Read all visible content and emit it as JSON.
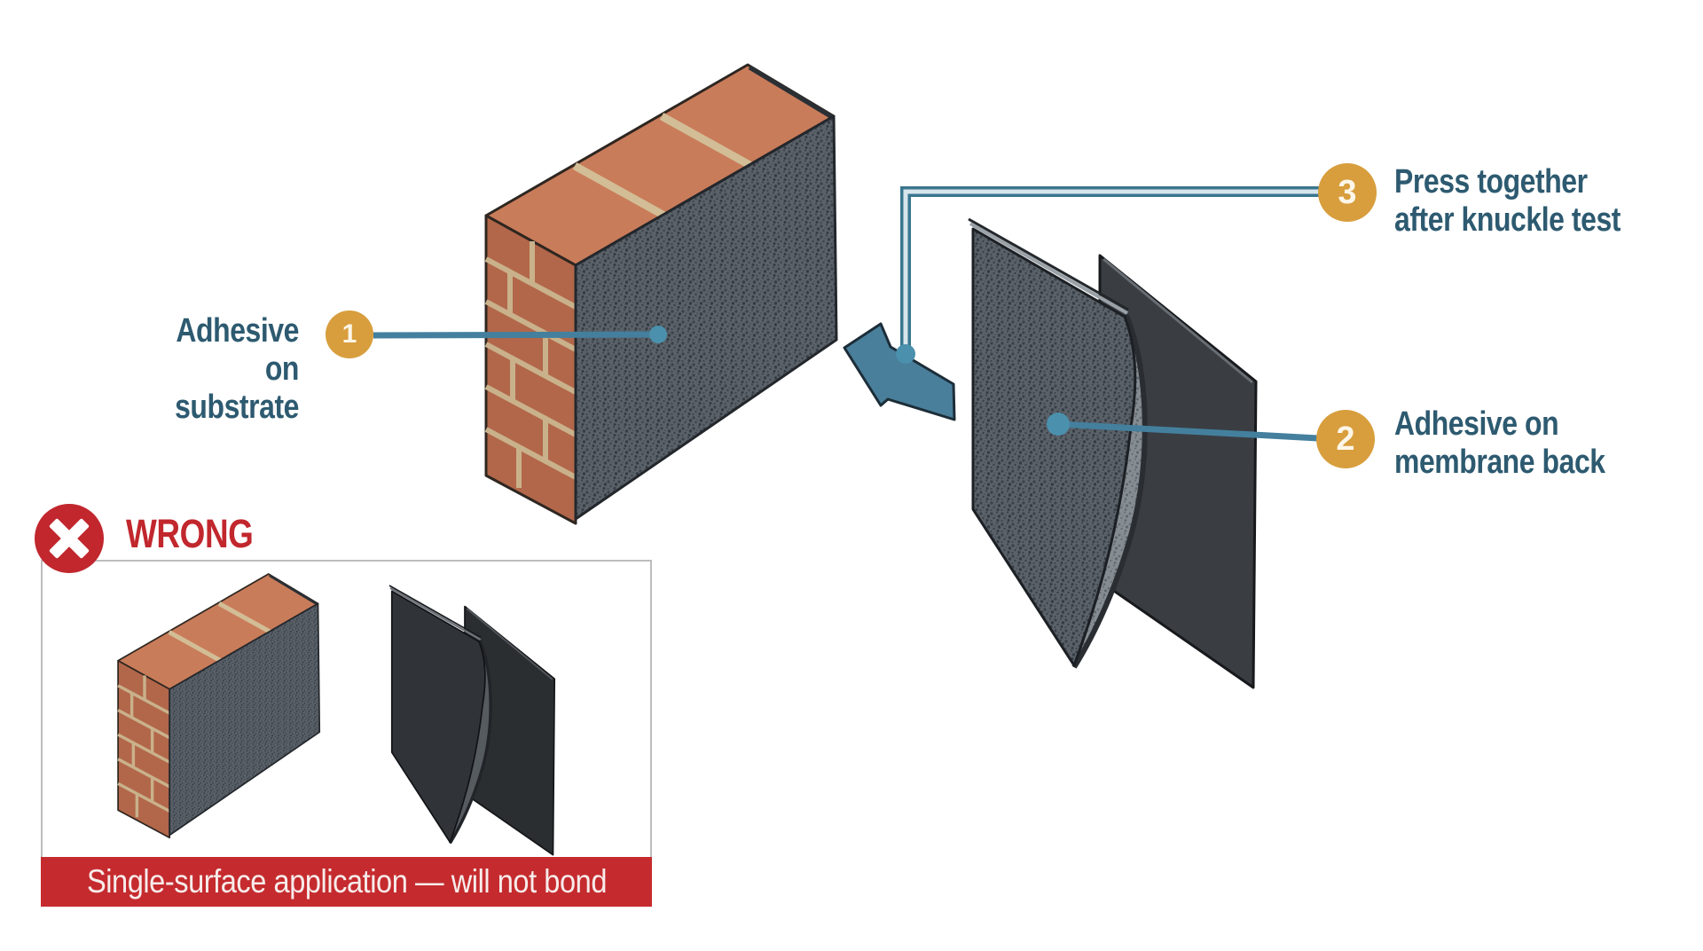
{
  "steps": [
    {
      "number": "1",
      "label": "Adhesive on\nsubstrate"
    },
    {
      "number": "2",
      "label": "Adhesive on\nmembrane back"
    },
    {
      "number": "3",
      "label": "Press together\nafter knuckle test"
    }
  ],
  "wrong_panel": {
    "title": "WRONG",
    "caption": "Single-surface application — will not bond"
  },
  "icons": {
    "x_icon": "x-mark",
    "press_arrow": "arrow-left"
  },
  "colors": {
    "label_teal": "#2d5a70",
    "leader_teal": "#44809e",
    "dot_teal": "#4b90ac",
    "badge_orange": "#d89e3d",
    "alert_red": "#c1272d",
    "banner_red": "#c52b2e",
    "brick_top": "#c97c5a",
    "brick_side": "#b2674a",
    "mortar_tan": "#c9b18b",
    "adhesive_gray": "#5a6169",
    "membrane_dark": "#3a3e43",
    "frame_gray": "#bdbdbd"
  }
}
